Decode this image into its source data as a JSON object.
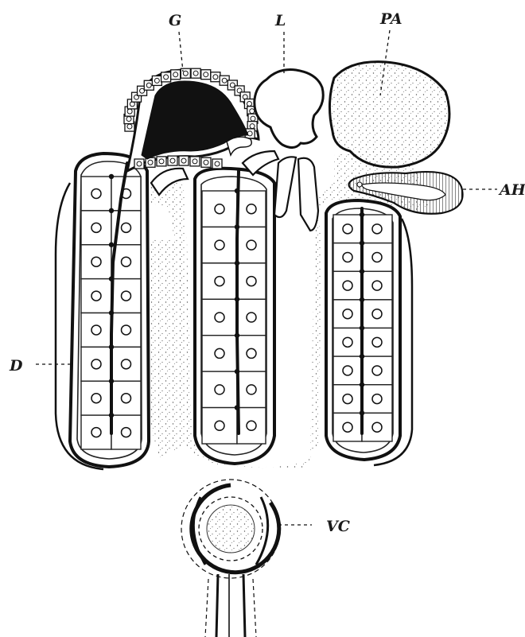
{
  "figure": {
    "labels": {
      "g": "G",
      "l": "L",
      "pa": "PA",
      "ah": "AH",
      "d": "D",
      "vc": "VC"
    }
  }
}
